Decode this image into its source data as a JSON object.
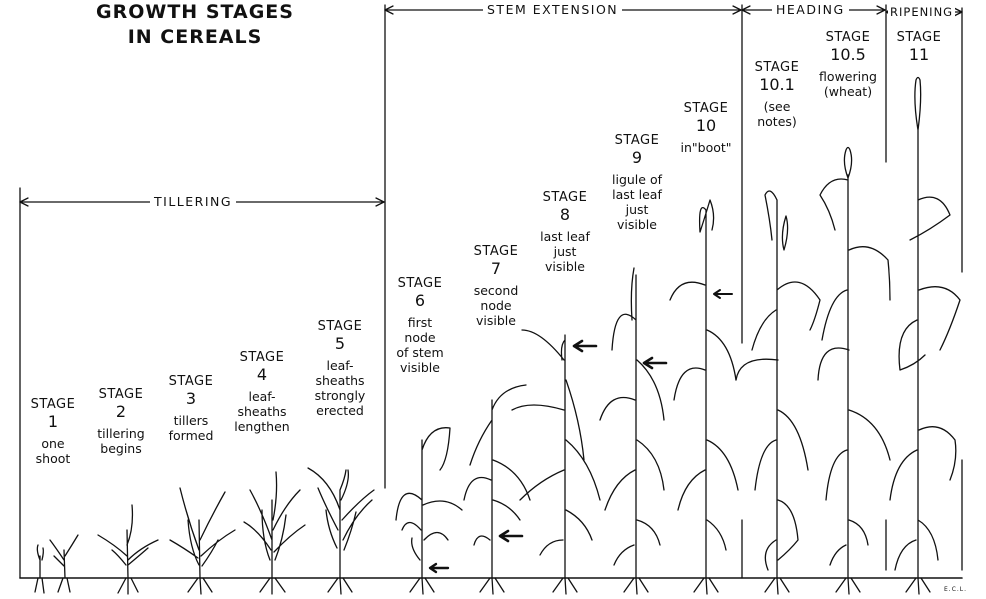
{
  "title": {
    "line1": "GROWTH STAGES",
    "line2": "IN CEREALS"
  },
  "phases": [
    {
      "key": "tillering",
      "label": "TILLERING"
    },
    {
      "key": "stem",
      "label": "STEM EXTENSION"
    },
    {
      "key": "heading",
      "label": "HEADING"
    },
    {
      "key": "ripening",
      "label": "RIPENING"
    }
  ],
  "stages": [
    {
      "label": "STAGE",
      "number": "1",
      "desc": [
        "one",
        "shoot"
      ]
    },
    {
      "label": "STAGE",
      "number": "2",
      "desc": [
        "tillering",
        "begins"
      ]
    },
    {
      "label": "STAGE",
      "number": "3",
      "desc": [
        "tillers",
        "formed"
      ]
    },
    {
      "label": "STAGE",
      "number": "4",
      "desc": [
        "leaf-",
        "sheaths",
        "lengthen"
      ]
    },
    {
      "label": "STAGE",
      "number": "5",
      "desc": [
        "leaf-",
        "sheaths",
        "strongly",
        "erected"
      ]
    },
    {
      "label": "STAGE",
      "number": "6",
      "desc": [
        "first",
        "node",
        "of stem",
        "visible"
      ]
    },
    {
      "label": "STAGE",
      "number": "7",
      "desc": [
        "second",
        "node",
        "visible"
      ]
    },
    {
      "label": "STAGE",
      "number": "8",
      "desc": [
        "last leaf",
        "just",
        "visible"
      ]
    },
    {
      "label": "STAGE",
      "number": "9",
      "desc": [
        "ligule of",
        "last leaf",
        "just",
        "visible"
      ]
    },
    {
      "label": "STAGE",
      "number": "10",
      "desc": [
        "in\"boot\""
      ]
    },
    {
      "label": "STAGE",
      "number": "10.1",
      "desc": [
        "(see",
        "notes)"
      ]
    },
    {
      "label": "STAGE",
      "number": "10.5",
      "desc": [
        "flowering",
        "(wheat)"
      ]
    },
    {
      "label": "STAGE",
      "number": "11",
      "desc": []
    }
  ],
  "signature": "E.C.L."
}
